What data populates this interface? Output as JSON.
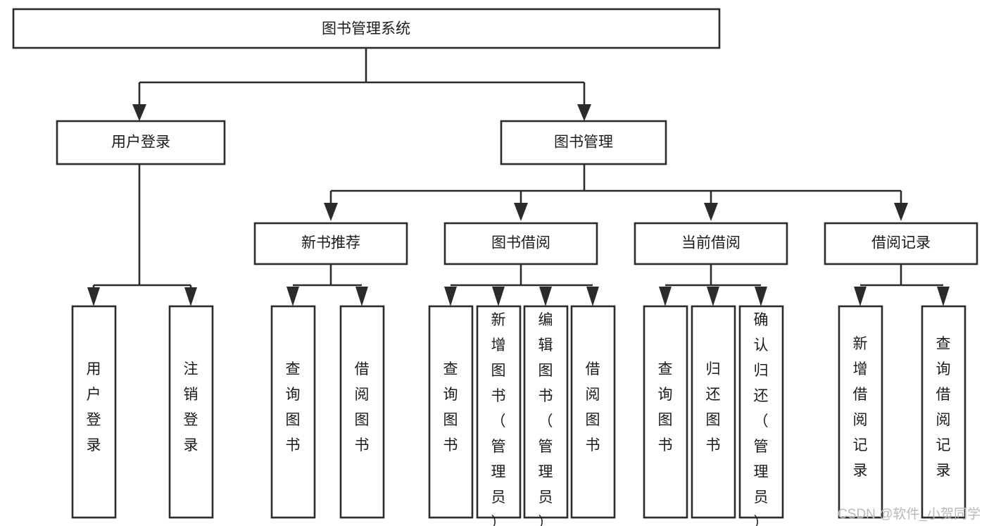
{
  "diagram": {
    "kind": "tree-hierarchy-chart",
    "root": {
      "id": "root",
      "label": "图书管理系统"
    },
    "level1": [
      {
        "id": "user-login",
        "label": "用户登录"
      },
      {
        "id": "book-manage",
        "label": "图书管理"
      }
    ],
    "level2": [
      {
        "id": "new-book-recommend",
        "label": "新书推荐",
        "parent": "book-manage"
      },
      {
        "id": "book-borrow",
        "label": "图书借阅",
        "parent": "book-manage"
      },
      {
        "id": "current-borrow",
        "label": "当前借阅",
        "parent": "book-manage"
      },
      {
        "id": "borrow-record",
        "label": "借阅记录",
        "parent": "book-manage"
      }
    ],
    "leaves": {
      "user-login": [
        {
          "id": "leaf-user-login",
          "label": "用户登录"
        },
        {
          "id": "leaf-logout-login",
          "label": "注销登录"
        }
      ],
      "new-book-recommend": [
        {
          "id": "leaf-query-book-1",
          "label": "查询图书"
        },
        {
          "id": "leaf-borrow-book-1",
          "label": "借阅图书"
        }
      ],
      "book-borrow": [
        {
          "id": "leaf-query-book-2",
          "label": "查询图书"
        },
        {
          "id": "leaf-add-book",
          "label": "新增图书（管理员）"
        },
        {
          "id": "leaf-edit-book",
          "label": "编辑图书（管理员）"
        },
        {
          "id": "leaf-borrow-book-2",
          "label": "借阅图书"
        }
      ],
      "current-borrow": [
        {
          "id": "leaf-query-book-3",
          "label": "查询图书"
        },
        {
          "id": "leaf-return-book",
          "label": "归还图书"
        },
        {
          "id": "leaf-confirm-return",
          "label": "确认归还（管理员）"
        }
      ],
      "borrow-record": [
        {
          "id": "leaf-add-record",
          "label": "新增借阅记录"
        },
        {
          "id": "leaf-query-record",
          "label": "查询借阅记录"
        }
      ]
    },
    "colors": {
      "box_stroke": "#2b2b2b",
      "box_fill": "#ffffff",
      "connector": "#2b2b2b",
      "label_text": "#1b1b1b",
      "background": "#ffffff",
      "watermark": "#b9b9b9"
    }
  },
  "watermark": {
    "text": "CSDN @软件_小贺同学"
  }
}
